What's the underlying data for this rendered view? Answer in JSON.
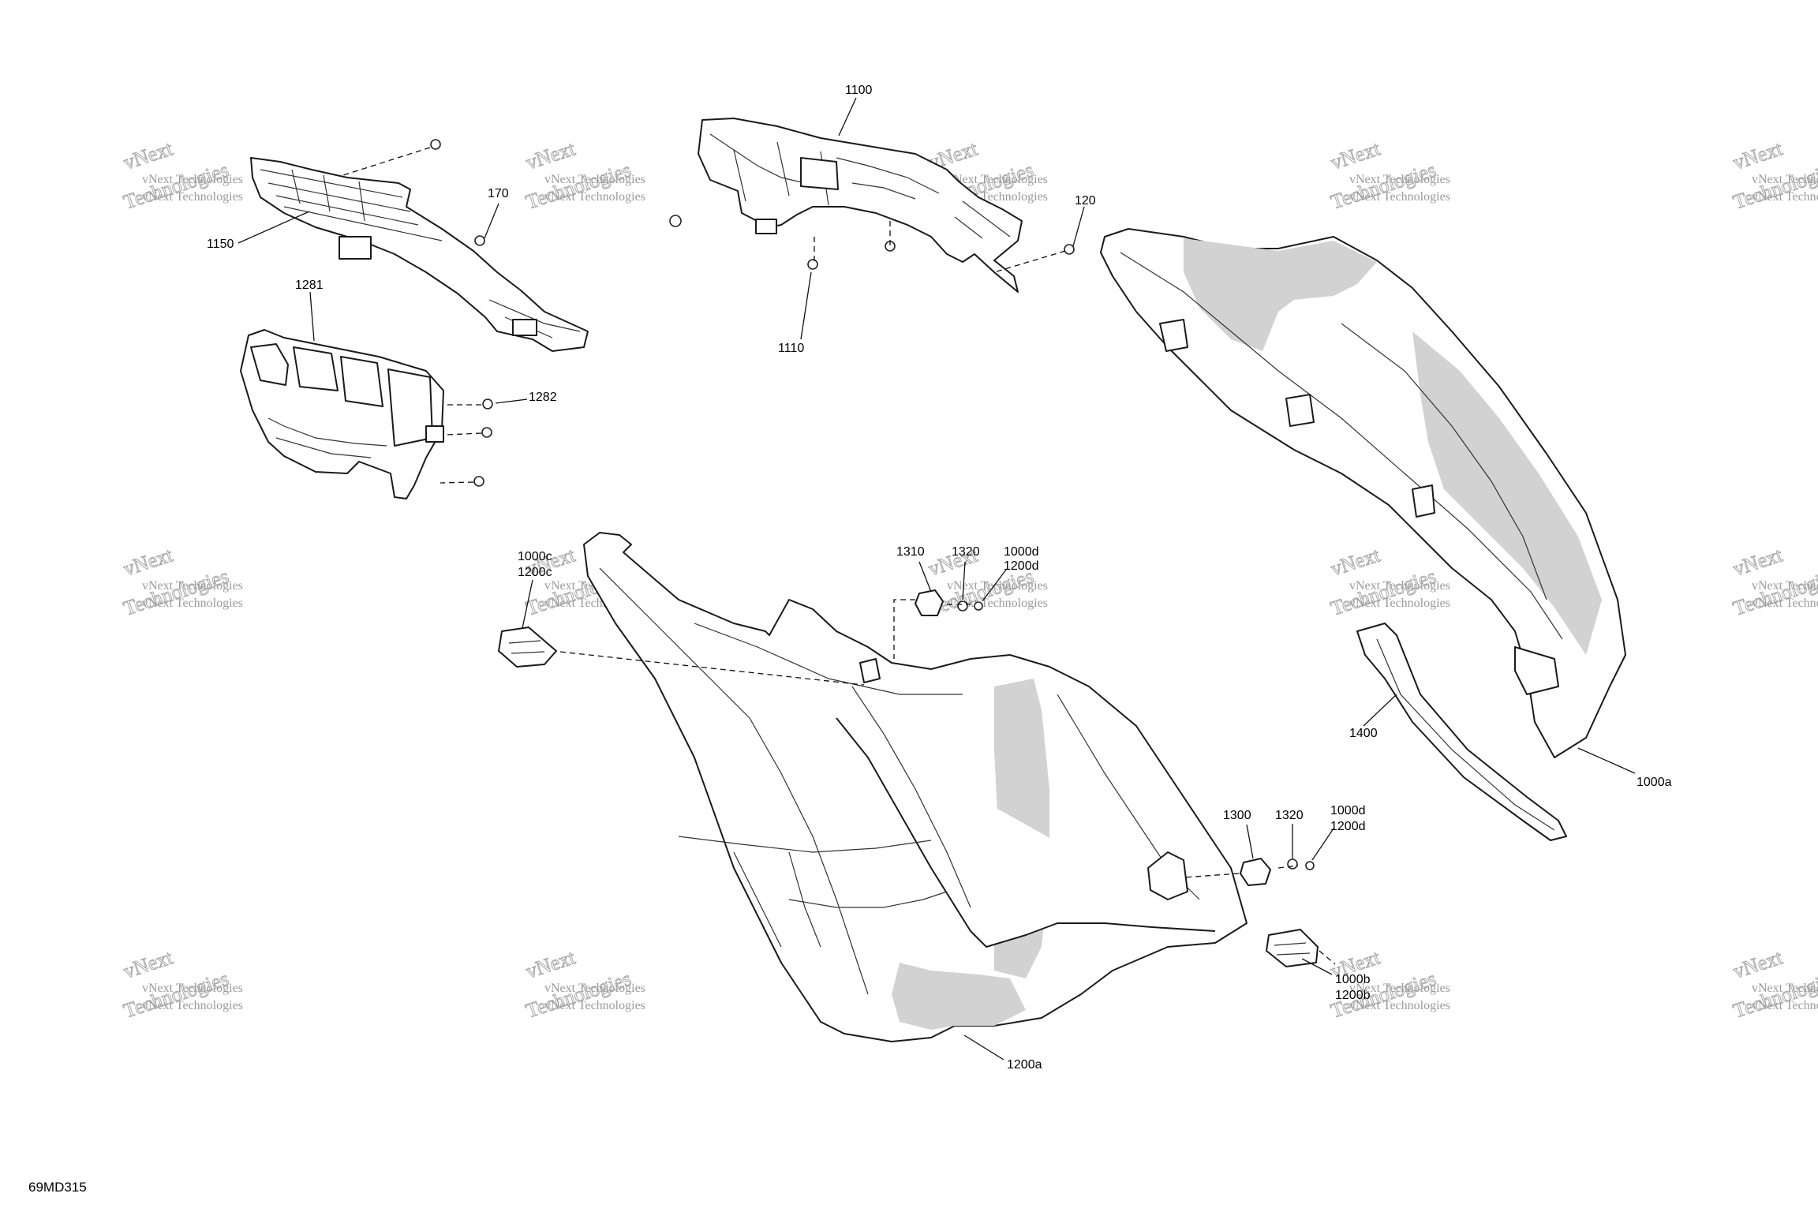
{
  "diagram": {
    "code": "69MD315",
    "watermark": {
      "line_small": "vNext Technologies",
      "line_large": "Technologies",
      "line_prefix": "vNext"
    },
    "callouts": [
      {
        "id": "c1100",
        "text": "1100"
      },
      {
        "id": "c170",
        "text": "170"
      },
      {
        "id": "c120",
        "text": "120"
      },
      {
        "id": "c1150",
        "text": "1150"
      },
      {
        "id": "c1110",
        "text": "1110"
      },
      {
        "id": "c1281",
        "text": "1281"
      },
      {
        "id": "c1282",
        "text": "1282"
      },
      {
        "id": "c1000c",
        "text": "1000c"
      },
      {
        "id": "c1200c",
        "text": "1200c"
      },
      {
        "id": "c1310",
        "text": "1310"
      },
      {
        "id": "c1320a",
        "text": "1320"
      },
      {
        "id": "c1000d_a",
        "text": "1000d"
      },
      {
        "id": "c1200d_a",
        "text": "1200d"
      },
      {
        "id": "c1400",
        "text": "1400"
      },
      {
        "id": "c1000a",
        "text": "1000a"
      },
      {
        "id": "c1300",
        "text": "1300"
      },
      {
        "id": "c1320b",
        "text": "1320"
      },
      {
        "id": "c1000d_b",
        "text": "1000d"
      },
      {
        "id": "c1200d_b",
        "text": "1200d"
      },
      {
        "id": "c1000b",
        "text": "1000b"
      },
      {
        "id": "c1200b",
        "text": "1200b"
      },
      {
        "id": "c1200a",
        "text": "1200a"
      }
    ]
  }
}
